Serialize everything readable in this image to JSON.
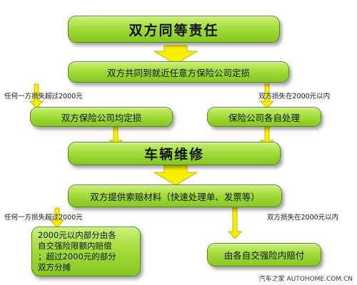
{
  "nodes": {
    "equal_liability": "双方同等责任",
    "joint_assessment": "双方共同到就近任意方保险公司定损",
    "both_insurers_assess": "双方保险公司均定损",
    "each_insurer_handles": "保险公司各自处理",
    "vehicle_repair": "车辆维修",
    "provide_claim_materials": "双方提供索赔材料（快速处理单、发票等）",
    "split_compensation_lines": [
      "2000元以内部分由各",
      "自交强险限额内赔偿",
      "；超过2000元的部分",
      "双方分摊"
    ],
    "compulsory_insurance_pays": "由各自交强险内赔付"
  },
  "edge_labels": {
    "loss_over_2000_top": "任何一方损失超过2000元",
    "loss_within_2000_top": "双方损失在2000元以内",
    "loss_over_2000_bottom": "任何一方损失超过2000元",
    "loss_within_2000_bottom": "双方损失在2000元以内"
  },
  "watermark": "汽车之家 AUTOHOME.COM.CN",
  "colors": {
    "node_fill": "#a4dd3a",
    "node_border": "#4f8a10",
    "arrow_fill": "#f5f000",
    "arrow_stroke": "#c9b000"
  }
}
